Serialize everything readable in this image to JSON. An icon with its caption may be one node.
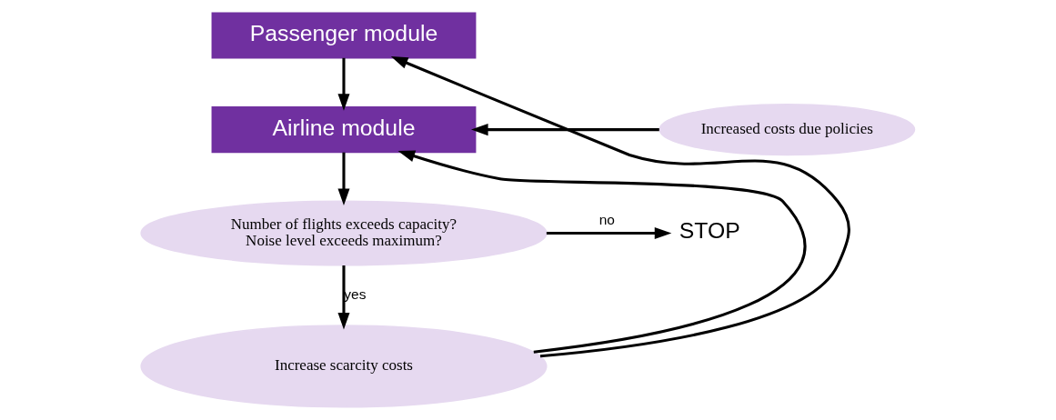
{
  "diagram": {
    "nodes": [
      {
        "text": [
          "Passenger module"
        ]
      },
      {
        "text": [
          "Airline module"
        ]
      },
      {
        "text": [
          "Increased costs due policies"
        ]
      },
      {
        "text": [
          "Number of flights exceeds capacity?",
          "Noise level exceeds maximum?"
        ]
      },
      {
        "text": [
          "STOP"
        ]
      },
      {
        "text": [
          "Increase scarcity costs"
        ]
      }
    ],
    "edges": [
      {
        "from": 0,
        "to": 1,
        "arrow": "to"
      },
      {
        "from": 2,
        "to": 1,
        "arrow": "to"
      },
      {
        "from": 1,
        "to": 3,
        "arrow": "to"
      },
      {
        "from": 3,
        "to": 4,
        "arrow": "to",
        "label": "no"
      },
      {
        "from": 3,
        "to": 5,
        "arrow": "to",
        "label": "yes"
      },
      {
        "from": 5,
        "to": 0,
        "arrow": "to"
      },
      {
        "from": 5,
        "to": 1,
        "arrow": "to"
      }
    ]
  }
}
